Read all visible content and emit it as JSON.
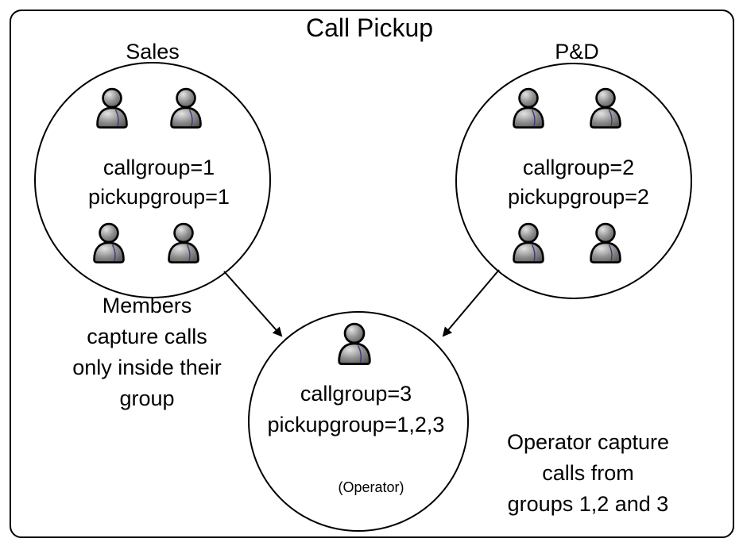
{
  "title": "Call Pickup",
  "groups": [
    {
      "name": "Sales",
      "callgroup": "callgroup=1",
      "pickupgroup": "pickupgroup=1"
    },
    {
      "name": "P&D",
      "callgroup": "callgroup=2",
      "pickupgroup": "pickupgroup=2"
    }
  ],
  "operator": {
    "callgroup": "callgroup=3",
    "pickupgroup": "pickupgroup=1,2,3",
    "role": "(Operator)"
  },
  "notes": {
    "members": [
      "Members",
      "capture calls",
      "only inside their",
      "group"
    ],
    "operator": [
      "Operator capture",
      "calls from",
      "groups 1,2 and 3"
    ]
  },
  "icons": {
    "person": "person-icon"
  },
  "colors": {
    "person_fill": "#8a8a8a",
    "person_outline": "#000000",
    "person_accent": "#3a3a7a"
  }
}
